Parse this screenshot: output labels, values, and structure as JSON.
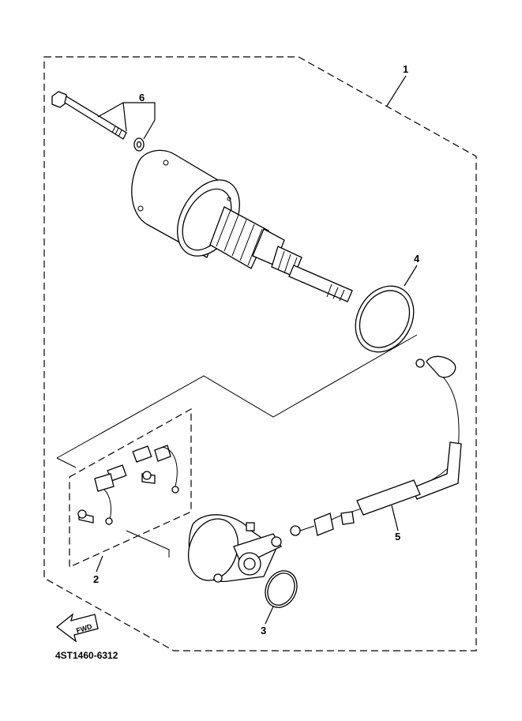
{
  "diagram": {
    "part_code": "4ST1460-6312",
    "fwd_label": "FWD",
    "callouts": [
      {
        "id": "callout-1",
        "label": "1"
      },
      {
        "id": "callout-2",
        "label": "2"
      },
      {
        "id": "callout-3",
        "label": "3"
      },
      {
        "id": "callout-4",
        "label": "4"
      },
      {
        "id": "callout-5",
        "label": "5"
      },
      {
        "id": "callout-6",
        "label": "6"
      }
    ]
  }
}
